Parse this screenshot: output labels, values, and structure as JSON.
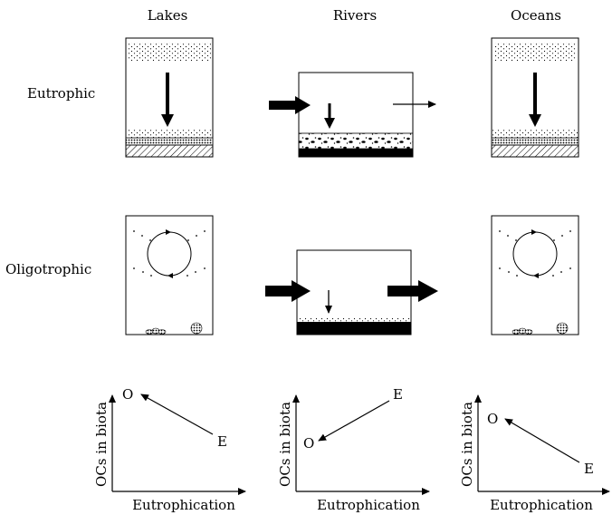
{
  "columns": [
    "Lakes",
    "Rivers",
    "Oceans"
  ],
  "rows": [
    "Eutrophic",
    "Oligotrophic"
  ],
  "graphs": [
    {
      "x_label": "Eutrophication",
      "y_label": "OCs in biota",
      "o_label": "O",
      "e_label": "E"
    },
    {
      "x_label": "Eutrophication",
      "y_label": "OCs in biota",
      "o_label": "O",
      "e_label": "E"
    },
    {
      "x_label": "Eutrophication",
      "y_label": "OCs in biota",
      "o_label": "O",
      "e_label": "E"
    }
  ]
}
